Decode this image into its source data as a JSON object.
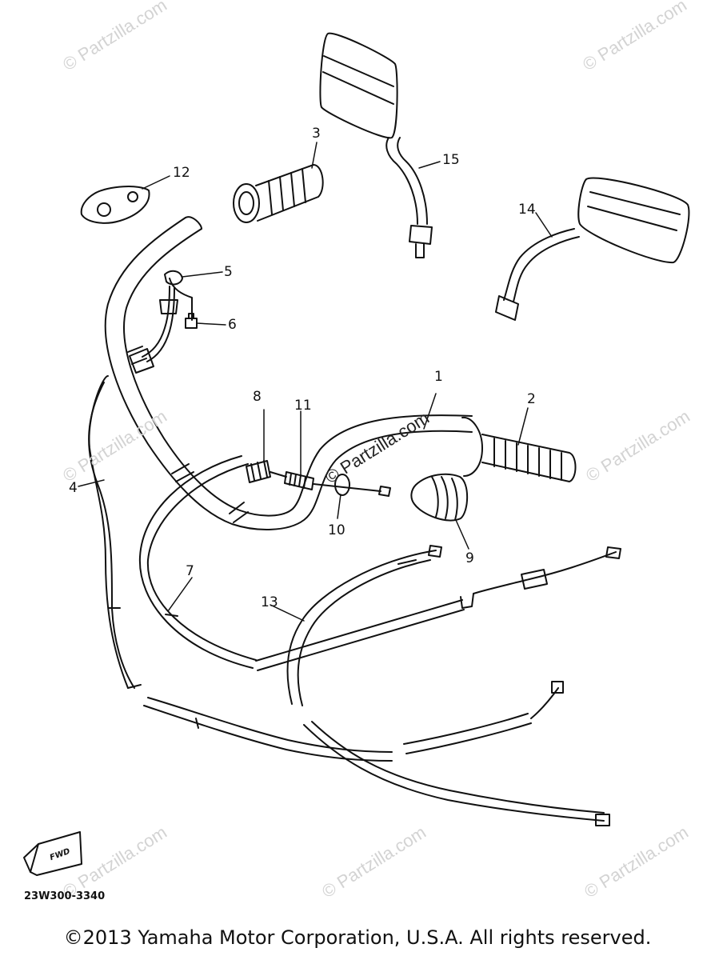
{
  "watermark": "© Partzilla.com",
  "watermark_center": "© Partzilla.com",
  "diagram_code": "23W300-3340",
  "fwd_label": "FWD",
  "copyright": "©2013 Yamaha Motor Corporation, U.S.A. All rights reserved.",
  "part_labels": {
    "p1": "1",
    "p2": "2",
    "p3": "3",
    "p4": "4",
    "p5": "5",
    "p6": "6",
    "p7": "7",
    "p8": "8",
    "p9": "9",
    "p10": "10",
    "p11": "11",
    "p12": "12",
    "p13": "13",
    "p14": "14",
    "p15": "15"
  },
  "colors": {
    "ink": "#111111",
    "watermark": "#d3d3d3",
    "background": "#ffffff"
  }
}
